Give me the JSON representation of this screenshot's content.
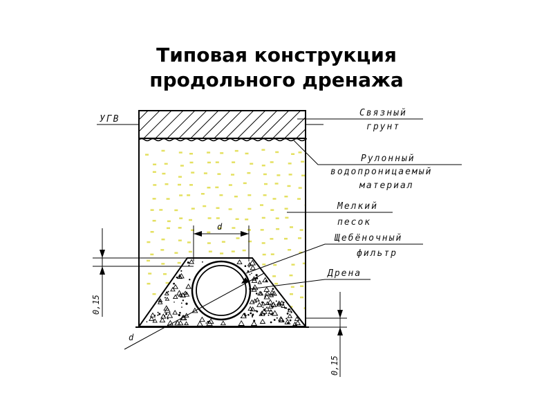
{
  "title": {
    "line1": "Типовая конструкция",
    "line2": "продольного дренажа"
  },
  "labels": {
    "ugv": "УГВ",
    "cohesive_line1": "Связный",
    "cohesive_line2": "грунт",
    "rolled_line1": "Рулонный",
    "rolled_line2": "водопроницаемый",
    "rolled_line3": "материал",
    "sand_line1": "Мелкий",
    "sand_line2": "песок",
    "gravel_line1": "Щебёночный",
    "gravel_line2": "фильтр",
    "drain": "Дрена"
  },
  "dimensions": {
    "d_top": "d",
    "d_diag": "d",
    "left_015": "0,15",
    "right_015": "0,15"
  },
  "colors": {
    "sand_dots": "#e4e060",
    "line": "#000000"
  }
}
